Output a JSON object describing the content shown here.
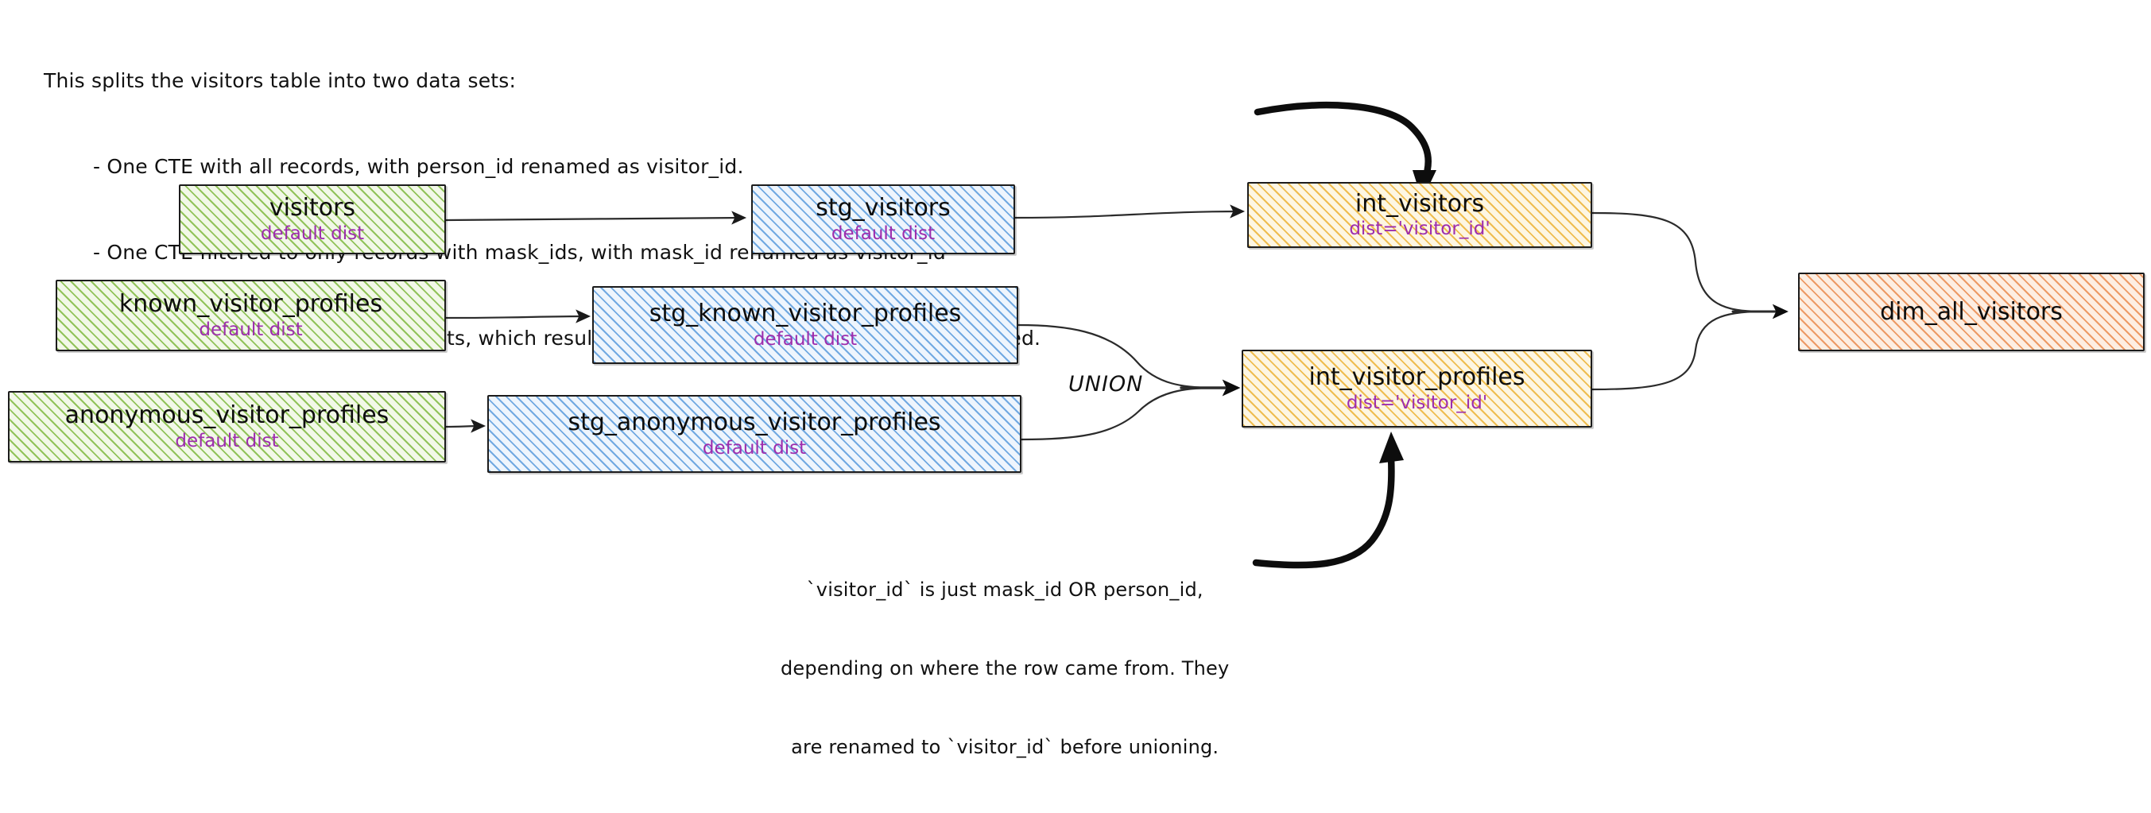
{
  "header_note": {
    "lines": [
      "This splits the visitors table into two data sets:",
      "- One CTE with all records, with person_id renamed as visitor_id.",
      "- One CTE filtered to only records with mask_ids, with mask_id renamed as visitor_id",
      "- One CTE to union the two data sets, which results in a grain of one row per profile collected."
    ]
  },
  "bottom_note": {
    "lines": [
      "`visitor_id` is just mask_id OR person_id,",
      "depending on where the row came from. They",
      "are renamed to `visitor_id` before unioning."
    ]
  },
  "union_label": "UNION",
  "nodes": {
    "visitors": {
      "title": "visitors",
      "sub": "default dist"
    },
    "known_profiles": {
      "title": "known_visitor_profiles",
      "sub": "default dist"
    },
    "anon_profiles": {
      "title": "anonymous_visitor_profiles",
      "sub": "default dist"
    },
    "stg_visitors": {
      "title": "stg_visitors",
      "sub": "default dist"
    },
    "stg_known": {
      "title": "stg_known_visitor_profiles",
      "sub": "default dist"
    },
    "stg_anon": {
      "title": "stg_anonymous_visitor_profiles",
      "sub": "default dist"
    },
    "int_visitors": {
      "title": "int_visitors",
      "sub": "dist='visitor_id'"
    },
    "int_profiles": {
      "title": "int_visitor_profiles",
      "sub": "dist='visitor_id'"
    },
    "dim_all": {
      "title": "dim_all_visitors",
      "sub": ""
    }
  },
  "colors": {
    "source_green": "#8cc052",
    "staging_blue": "#6aa5e0",
    "intermediate_yellow": "#eeba48",
    "mart_orange": "#ec965e",
    "dist_text_purple": "#9d2dad",
    "ink": "#111111",
    "background": "#ffffff"
  }
}
